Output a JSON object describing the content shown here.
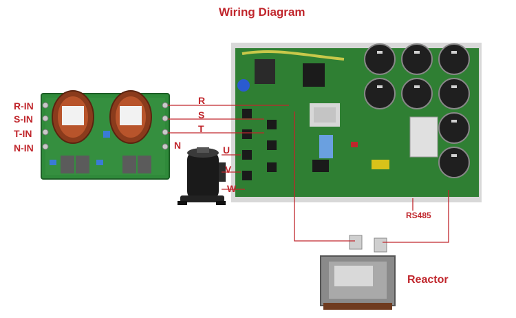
{
  "title": "Wiring Diagram",
  "inputs": {
    "r_in": "R-IN",
    "s_in": "S-IN",
    "t_in": "T-IN",
    "n_in": "N-IN"
  },
  "phases": {
    "r": "R",
    "s": "S",
    "t": "T",
    "n": "N"
  },
  "outputs": {
    "u": "U",
    "v": "V",
    "w": "W"
  },
  "rs485": "RS485",
  "reactor": "Reactor",
  "colors": {
    "label": "#c0262c",
    "pcb": "#2e7d32",
    "wire": "#c0262c"
  }
}
